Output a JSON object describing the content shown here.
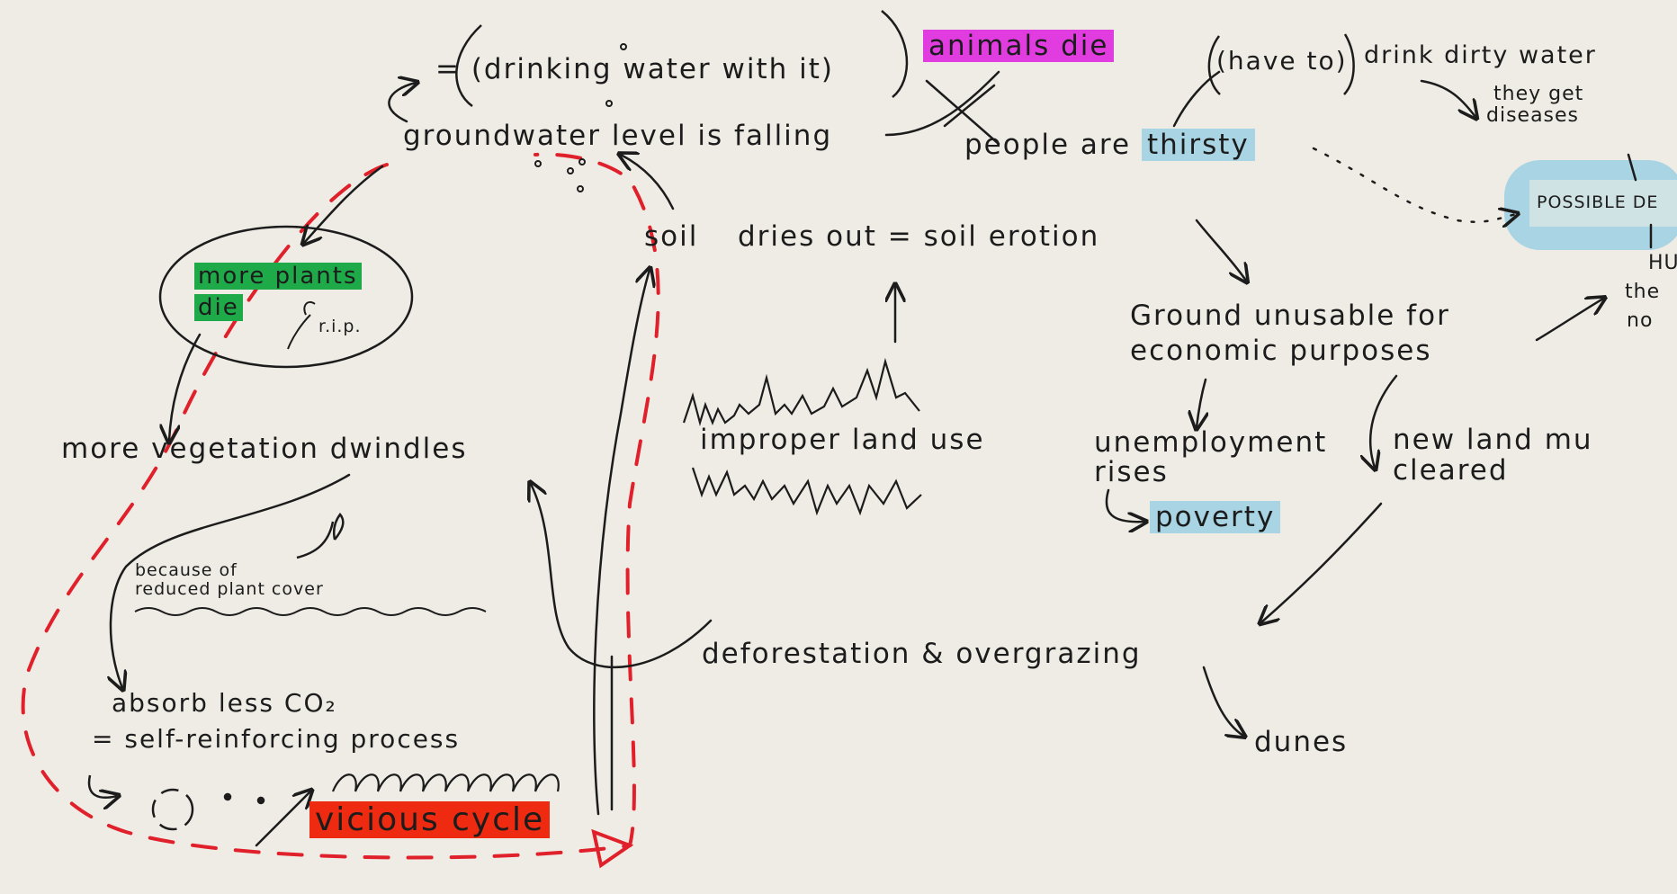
{
  "nodes": {
    "drinking_water": "= (drinking water with it)",
    "animals_die": "animals die",
    "have_to": "(have to)",
    "drink_dirty_water": "drink dirty water",
    "they_get": "they get",
    "diseases": "diseases",
    "groundwater_falling": "groundwater level is falling",
    "people_are": "people are",
    "thirsty": "thirsty",
    "possible_de": "POSSIBLE DE",
    "hu": "HU",
    "the": "the",
    "no": "no",
    "soil": "soil",
    "dries_out": "dries out = soil erotion",
    "more_plants": "more plants",
    "die": "die",
    "rip": "r.i.p.",
    "ground_unusable_1": "Ground unusable for",
    "ground_unusable_2": "economic purposes",
    "improper_land_use": "improper land use",
    "more_vegetation_dwindles": "more vegetation dwindles",
    "unemployment_1": "unemployment",
    "unemployment_2": "rises",
    "new_land_1": "new land mu",
    "new_land_2": "cleared",
    "poverty": "poverty",
    "because_of_1": "because of",
    "because_of_2": "reduced plant cover",
    "deforestation": "deforestation & overgrazing",
    "absorb_less": "absorb less CO₂",
    "self_reinforcing": "= self-reinforcing process",
    "dunes": "dunes",
    "vicious_cycle": "vicious cycle"
  },
  "colors": {
    "background": "#efece5",
    "ink": "#1c1c1c",
    "dashed_red": "#e0202a",
    "green": "#1faa4a",
    "magenta": "#e13ce0",
    "light_blue": "#a8d4e3",
    "red_highlight": "#ee2a10"
  }
}
